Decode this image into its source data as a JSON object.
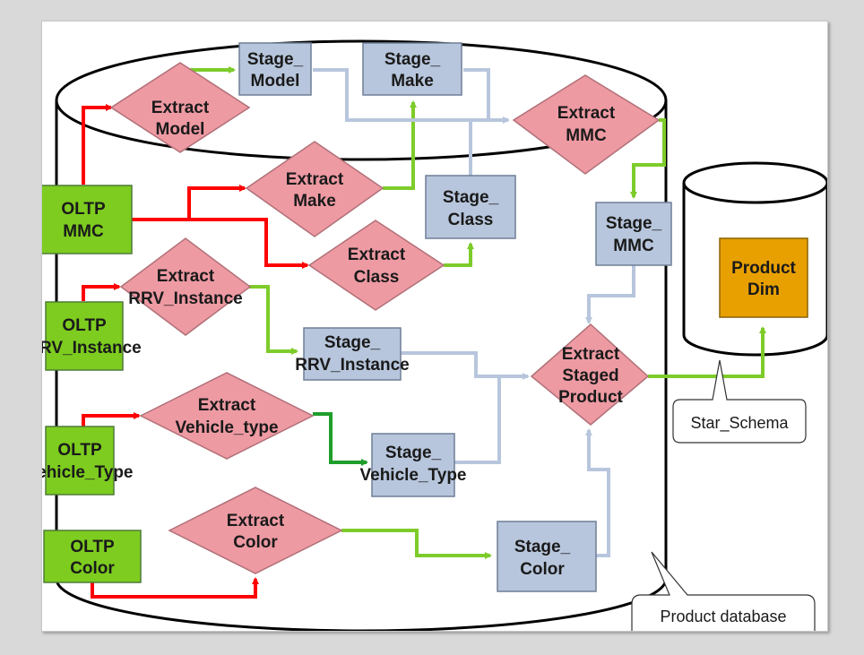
{
  "colors": {
    "oltp_fill": "#7dcc1f",
    "stage_fill": "#b7c6dc",
    "extract_fill": "#ee9aa3",
    "product_fill": "#e8a000",
    "arrow_red": "#ff0000",
    "arrow_green": "#7dcc2a",
    "arrow_darkgreen": "#1e9e2a",
    "arrow_blue": "#b7c6dc"
  },
  "sources": [
    {
      "line1": "OLTP",
      "line2": "MMC"
    },
    {
      "line1": "OLTP",
      "line2": "RRV_Instance"
    },
    {
      "line1": "OLTP",
      "line2": "Vehicle_Type"
    },
    {
      "line1": "OLTP",
      "line2": "Color"
    }
  ],
  "extracts": {
    "model": {
      "line1": "Extract",
      "line2": "Model"
    },
    "make": {
      "line1": "Extract",
      "line2": "Make"
    },
    "class": {
      "line1": "Extract",
      "line2": "Class"
    },
    "rrv": {
      "line1": "Extract",
      "line2": "RRV_Instance"
    },
    "vehicle": {
      "line1": "Extract",
      "line2": "Vehicle_type"
    },
    "color": {
      "line1": "Extract",
      "line2": "Color"
    },
    "mmc": {
      "line1": "Extract",
      "line2": "MMC"
    },
    "staged": {
      "line1": "Extract",
      "line2": "Staged",
      "line3": "Product"
    }
  },
  "stages": {
    "model": {
      "line1": "Stage_",
      "line2": "Model"
    },
    "make": {
      "line1": "Stage_",
      "line2": "Make"
    },
    "class": {
      "line1": "Stage_",
      "line2": "Class"
    },
    "mmc": {
      "line1": "Stage_",
      "line2": "MMC"
    },
    "rrv": {
      "line1": "Stage_",
      "line2": "RRV_Instance"
    },
    "vehicle": {
      "line1": "Stage_",
      "line2": "Vehicle_Type"
    },
    "color": {
      "line1": "Stage_",
      "line2": "Color"
    }
  },
  "product_dim": {
    "line1": "Product",
    "line2": "Dim"
  },
  "callouts": {
    "star_schema": "Star_Schema",
    "product_database": "Product database"
  }
}
